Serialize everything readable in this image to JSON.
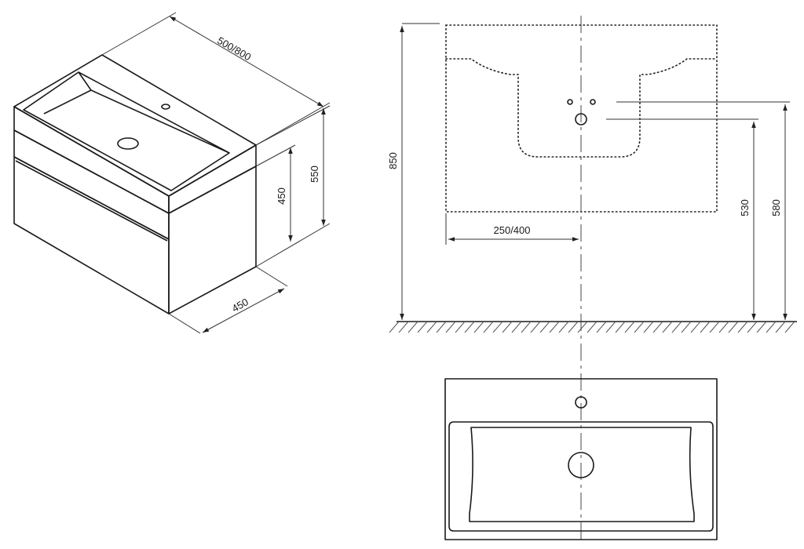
{
  "colors": {
    "line": "#1a1a1a",
    "background": "#ffffff"
  },
  "dimensions": {
    "iso_width": "500/800",
    "iso_overall_height": "550",
    "iso_cabinet_height": "450",
    "iso_depth": "450",
    "front_height_total": "850",
    "front_half_width": "250/400",
    "front_drain_height": "530",
    "front_tap_height": "580"
  }
}
